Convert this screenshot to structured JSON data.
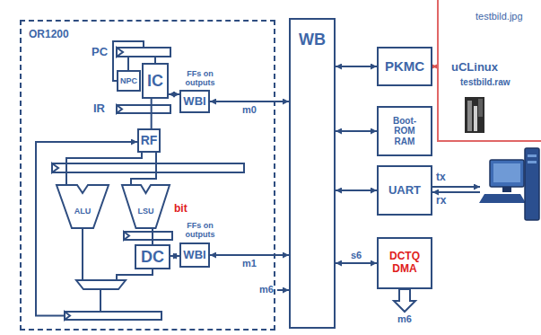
{
  "diagram": {
    "nodes": [
      {
        "text": [
          "OR1200"
        ]
      },
      {
        "text": [
          "NPC"
        ],
        "in": 0
      },
      {
        "text": [
          "IC"
        ],
        "in": 0
      },
      {
        "text": [
          "WBI"
        ],
        "in": 0
      },
      {
        "text": [
          "RF"
        ],
        "in": 0
      },
      {
        "text": [
          "ALU"
        ],
        "in": 0
      },
      {
        "text": [
          "LSU"
        ],
        "in": 0
      },
      {
        "text": [
          "DC"
        ],
        "in": 0
      },
      {
        "text": [
          "WBI"
        ],
        "in": 0
      },
      {
        "text": [
          "WB"
        ]
      },
      {
        "text": [
          "PKMC"
        ]
      },
      {
        "text": [
          "testbild.jpg",
          "uCLinux",
          "testbild.raw"
        ]
      },
      {
        "text": [
          "Boot- ROM RAM"
        ]
      },
      {
        "text": [
          "UART"
        ]
      },
      {
        "text": [
          "DCTQ DMA"
        ]
      }
    ],
    "edges": [
      {
        "from": 2,
        "to": 3,
        "arrow": "both"
      },
      {
        "from": 3,
        "to": 9,
        "label": "m0",
        "arrow": "both"
      },
      {
        "from": 7,
        "to": 8,
        "arrow": "both"
      },
      {
        "from": 8,
        "to": 9,
        "label": "m1",
        "arrow": "both"
      },
      {
        "from": 9,
        "to": 10,
        "arrow": "both"
      },
      {
        "from": 10,
        "to": 11,
        "arrow": "both"
      },
      {
        "from": 9,
        "to": 12,
        "arrow": "both"
      },
      {
        "from": 9,
        "to": 13,
        "arrow": "both"
      },
      {
        "from": 9,
        "to": 14,
        "label": "s6",
        "arrow": "both"
      },
      {
        "from": 2,
        "to": 4,
        "arrow": "none"
      },
      {
        "from": 4,
        "to": 5,
        "arrow": "none"
      },
      {
        "from": 4,
        "to": 6,
        "arrow": "none"
      },
      {
        "from": 6,
        "to": 7,
        "arrow": "none"
      }
    ],
    "labels": [
      "PC",
      "IR",
      "FFs on outputs",
      "FFs on outputs",
      "bit",
      "m6",
      "tx",
      "rx",
      "m6"
    ]
  }
}
